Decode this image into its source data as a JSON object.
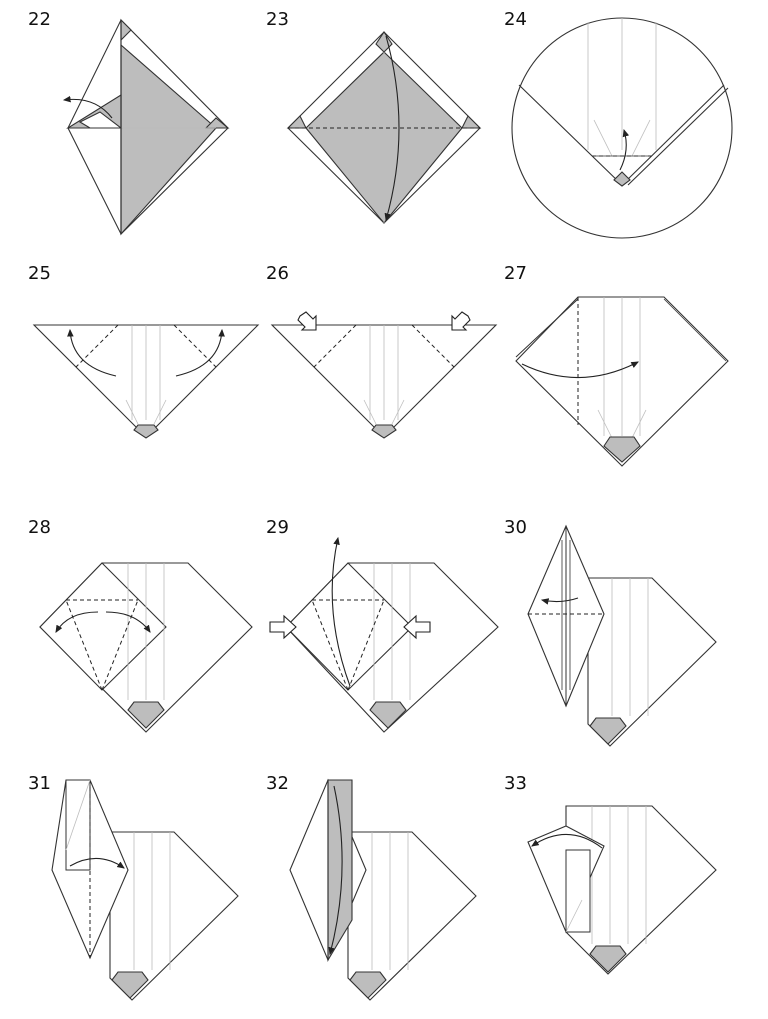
{
  "steps": [
    {
      "label": "22"
    },
    {
      "label": "23"
    },
    {
      "label": "24"
    },
    {
      "label": "25"
    },
    {
      "label": "26"
    },
    {
      "label": "27"
    },
    {
      "label": "28"
    },
    {
      "label": "29"
    },
    {
      "label": "30"
    },
    {
      "label": "31"
    },
    {
      "label": "32"
    },
    {
      "label": "33"
    }
  ],
  "colors": {
    "paper": "#ffffff",
    "colored_side": "#bdbdbd",
    "line": "#333333",
    "crease": "#bdbdbd"
  }
}
